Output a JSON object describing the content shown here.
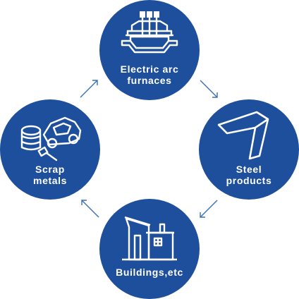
{
  "colors": {
    "circle": "#1d4f9c",
    "arrow": "#3b6fb8",
    "text": "#ffffff"
  },
  "nodes": {
    "top": {
      "icon": "electric-arc-furnace-icon",
      "line1": "Electric arc",
      "line2": "furnaces"
    },
    "right": {
      "icon": "steel-angle-icon",
      "line1": "Steel",
      "line2": "products"
    },
    "bottom": {
      "icon": "building-icon",
      "line1": "Buildings,etc",
      "line2": ""
    },
    "left": {
      "icon": "scrap-metal-icon",
      "line1": "Scrap",
      "line2": "metals"
    }
  },
  "flow": [
    "top",
    "right",
    "bottom",
    "left"
  ]
}
